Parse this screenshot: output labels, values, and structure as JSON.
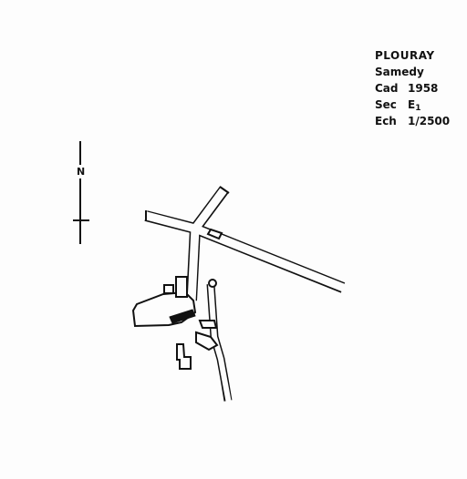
{
  "legend": {
    "place": "PLOURAY",
    "locality": "Samedy",
    "cad_label": "Cad",
    "cad_value": "1958",
    "sec_label": "Sec",
    "sec_value": "E",
    "sec_sub": "1",
    "ech_label": "Ech",
    "ech_value": "1/2500"
  },
  "north": {
    "label": "N"
  },
  "colors": {
    "ink": "#111111",
    "paper": "#fdfdfd"
  }
}
